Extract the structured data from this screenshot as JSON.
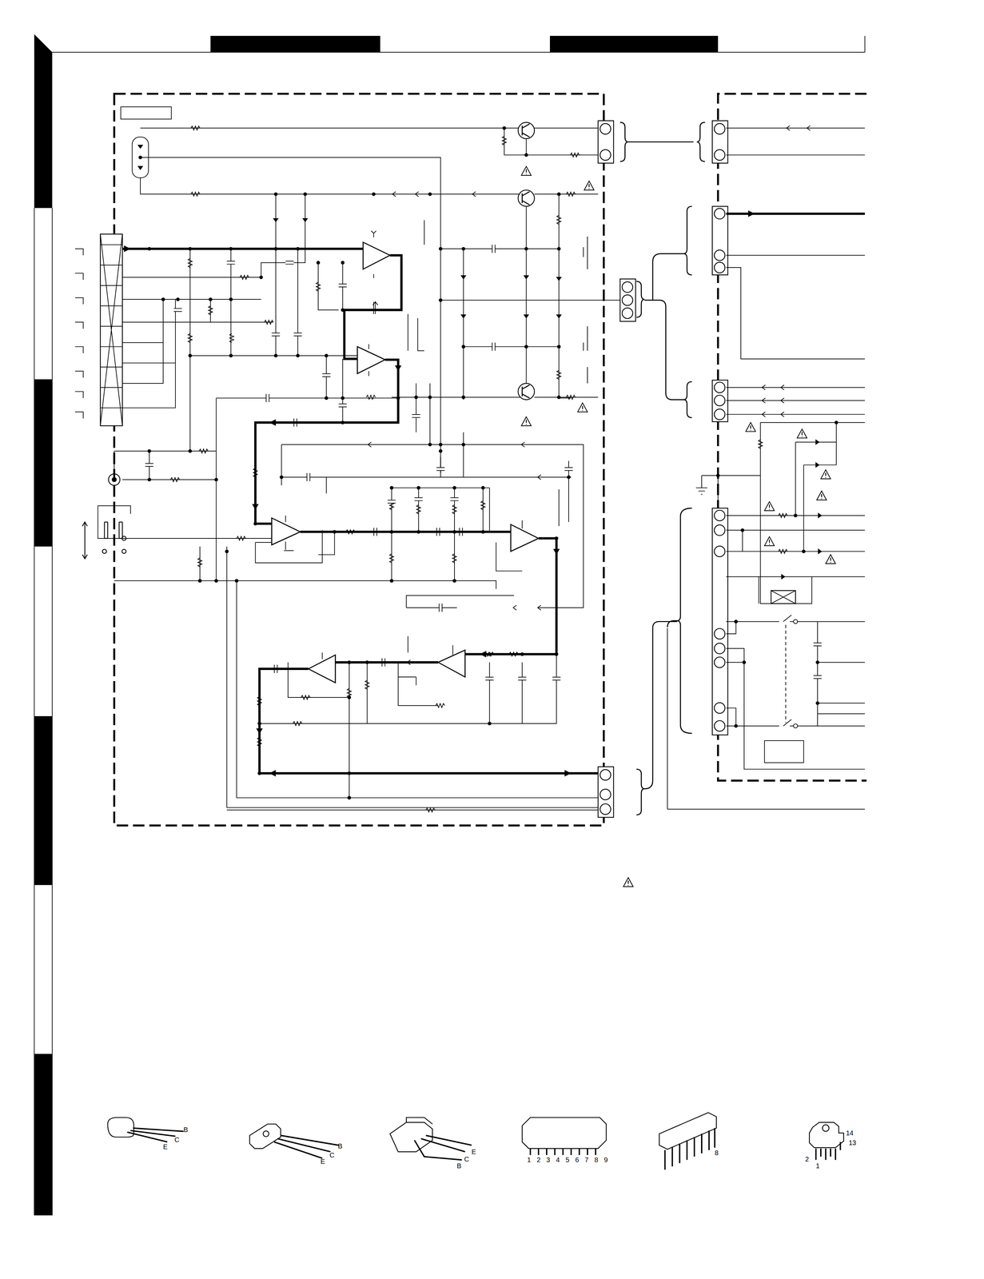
{
  "diagram": {
    "labels": [
      "E",
      "C",
      "B",
      "E",
      "C",
      "B",
      "B",
      "C",
      "E",
      "1 2 3 4 5 6 7 8 9",
      "8",
      "14",
      "13",
      "2",
      "1"
    ]
  }
}
